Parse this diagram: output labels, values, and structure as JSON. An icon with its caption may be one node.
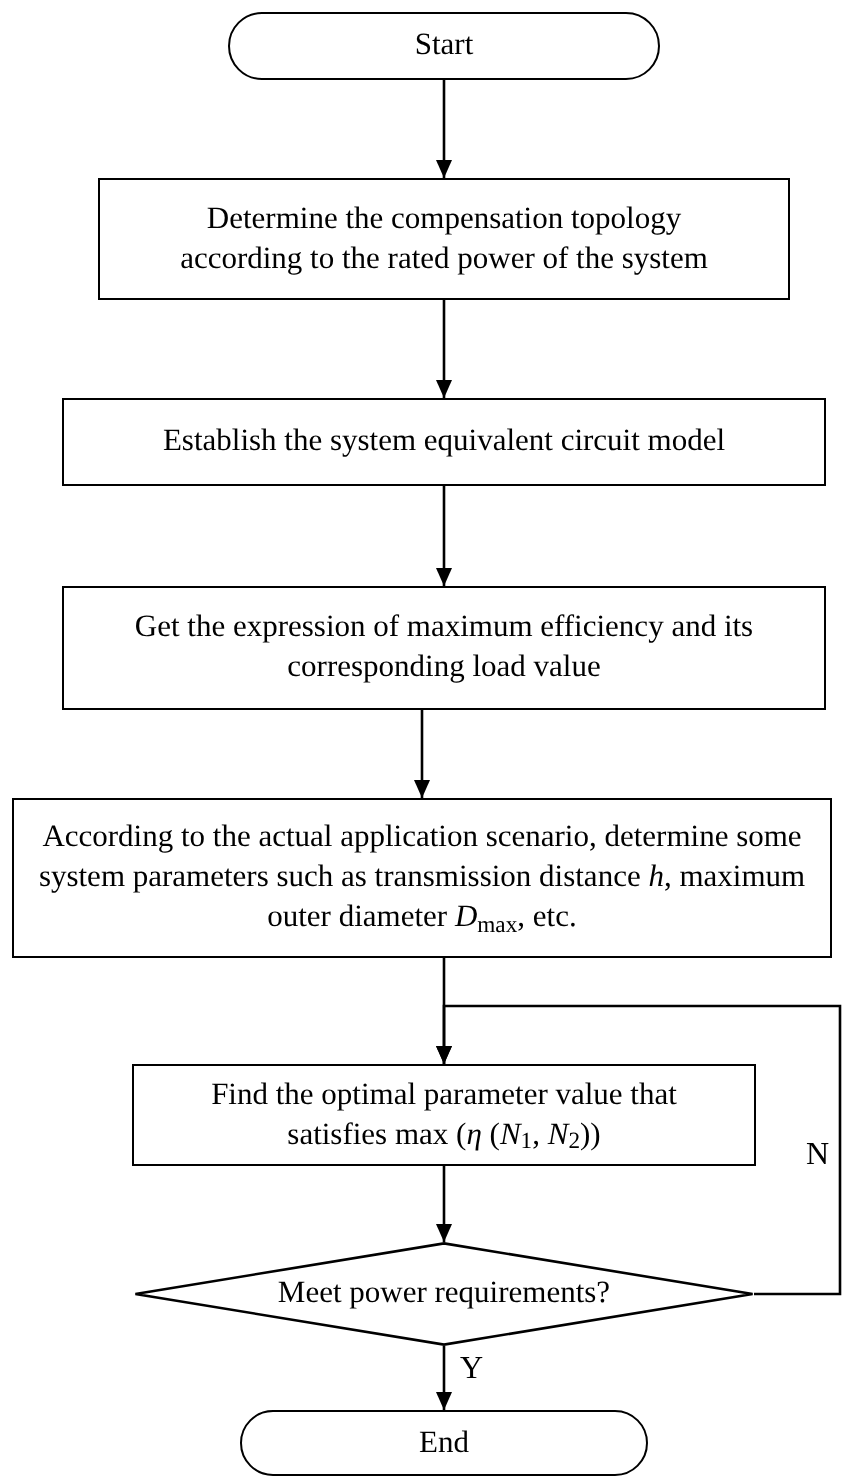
{
  "diagram": {
    "nodes": [
      {
        "text": [
          "Start"
        ]
      },
      {
        "text": [
          "Determine the compensation topology according to the rated power of the system"
        ]
      },
      {
        "text": [
          "Establish the system equivalent circuit model"
        ]
      },
      {
        "text": [
          "Get the expression of maximum efficiency and its corresponding load value"
        ]
      },
      {
        "text": [
          "According to the actual application scenario, determine some system parameters such as transmission distance *h*, maximum outer diameter *D*$_{max}$, etc."
        ]
      },
      {
        "text": [
          "Find the optimal parameter value that satisfies max (*η* (*N*$_{1}$, *N*$_{2}$))"
        ]
      },
      {
        "text": [
          "Meet power requirements?"
        ]
      },
      {
        "text": [
          "End"
        ]
      }
    ],
    "edges": [
      {
        "from": 0,
        "to": 1,
        "arrow": "to"
      },
      {
        "from": 1,
        "to": 2,
        "arrow": "to"
      },
      {
        "from": 2,
        "to": 3,
        "arrow": "to"
      },
      {
        "from": 3,
        "to": 4,
        "arrow": "to"
      },
      {
        "from": 4,
        "to": 5,
        "arrow": "to"
      },
      {
        "from": 5,
        "to": 6,
        "arrow": "to"
      },
      {
        "from": 6,
        "to": 7,
        "arrow": "to",
        "label": "Y"
      },
      {
        "from": 6,
        "to": 5,
        "arrow": "to",
        "label": "N"
      }
    ]
  }
}
